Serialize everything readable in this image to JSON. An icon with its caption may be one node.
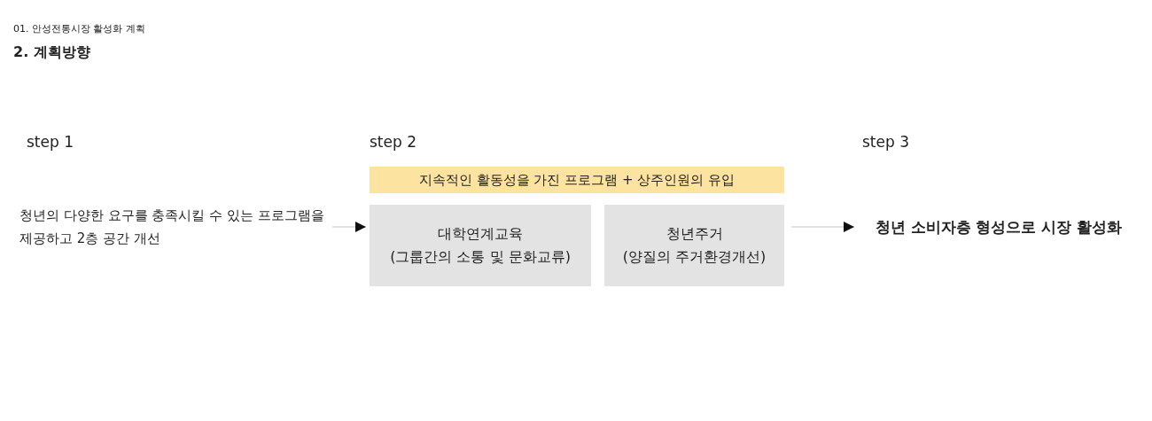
{
  "diagram": {
    "title": "2. 계획방향",
    "nodes": [
      {
        "text": [
          "청년의 다양한 요구를 충족시킬 수 있는 프로그램을 제공하고 2층 공간 개선"
        ]
      },
      {
        "text": [
          "지속적인 활동성을 가진 프로그램 + 상주인원의 유입"
        ]
      },
      {
        "text": [
          "대학연계교육",
          "(그룹간의 소통 및 문화교류)"
        ]
      },
      {
        "text": [
          "청년주거",
          "(양질의 주거환경개선)"
        ]
      },
      {
        "text": [
          "청년 소비자층 형성으로 시장 활성화"
        ]
      }
    ],
    "edges": [
      {
        "from": 0,
        "to": 2,
        "arrow": "to"
      },
      {
        "from": 3,
        "to": 4,
        "arrow": "to"
      }
    ],
    "labels": [
      "01. 안성전통시장 활성화 계획",
      "step 1",
      "step 2",
      "step 3"
    ]
  }
}
